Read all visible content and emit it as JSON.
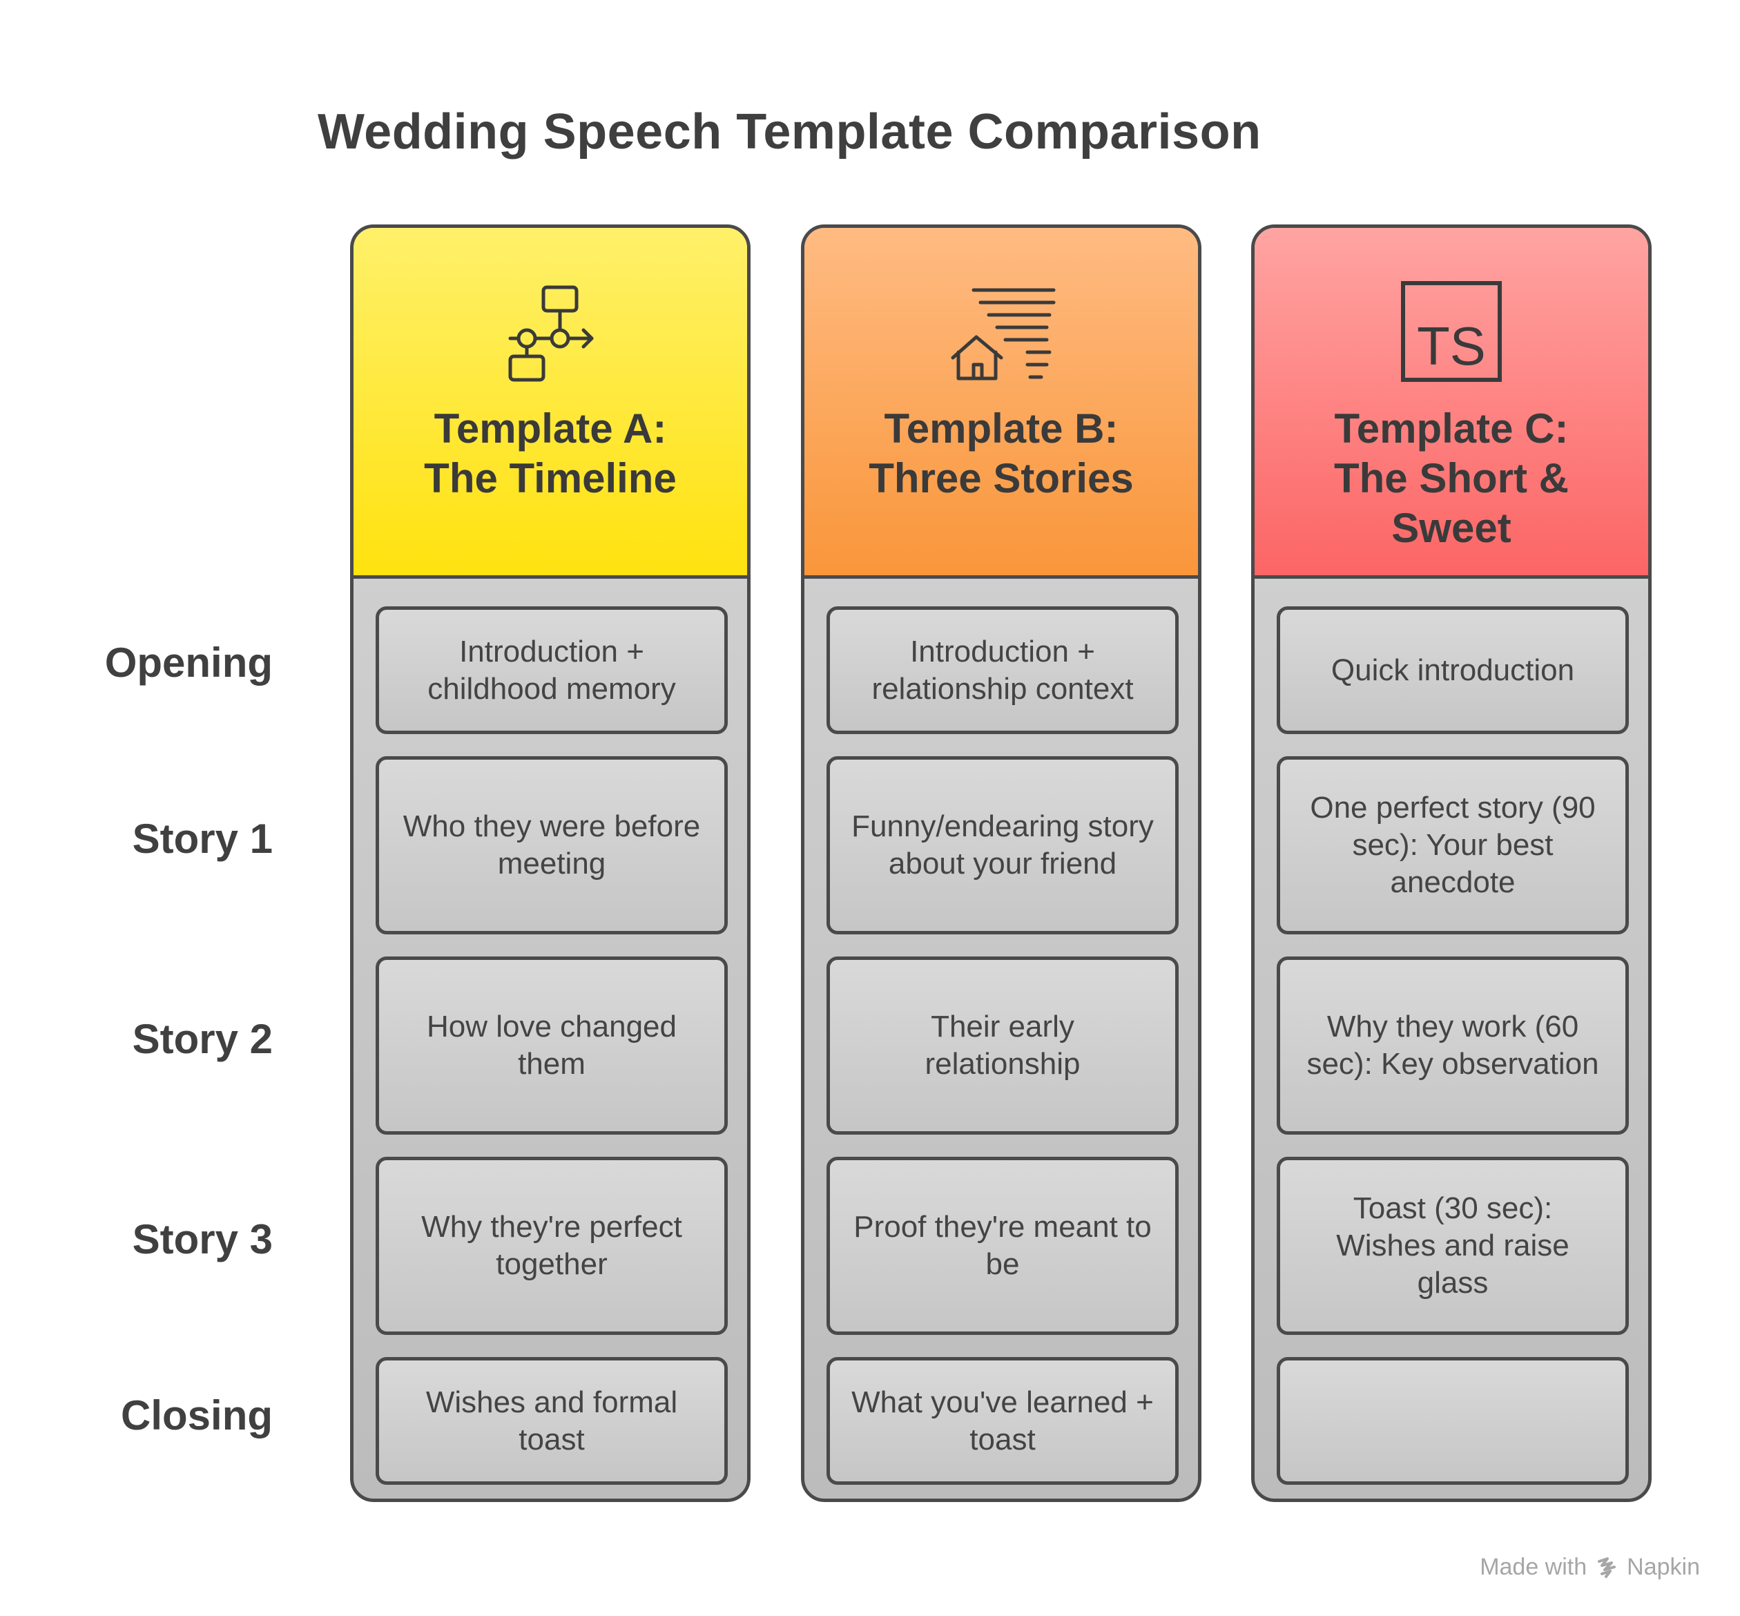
{
  "title": "Wedding Speech Template Comparison",
  "rows": [
    "Opening",
    "Story 1",
    "Story 2",
    "Story 3",
    "Closing"
  ],
  "columns": [
    {
      "id": "a",
      "icon": "flowchart-icon",
      "title_lines": [
        "Template A:",
        "The Timeline"
      ],
      "cells": [
        "Introduction + childhood memory",
        "Who they were before meeting",
        "How love changed them",
        "Why they're perfect together",
        "Wishes and formal toast"
      ]
    },
    {
      "id": "b",
      "icon": "house-lines-icon",
      "title_lines": [
        "Template B:",
        "Three Stories"
      ],
      "cells": [
        "Introduction + relationship context",
        "Funny/endearing story about your friend",
        "Their early relationship",
        "Proof they're meant to be",
        "What you've learned + toast"
      ]
    },
    {
      "id": "c",
      "icon": "ts-box-icon",
      "icon_text": "TS",
      "title_lines": [
        "Template C:",
        "The Short &",
        "Sweet"
      ],
      "cells": [
        "Quick introduction",
        "One perfect story (90 sec): Your best anecdote",
        "Why they work (60 sec): Key observation",
        "Toast (30 sec): Wishes and raise glass",
        ""
      ]
    }
  ],
  "footer": {
    "prefix": "Made with",
    "brand": "Napkin"
  }
}
